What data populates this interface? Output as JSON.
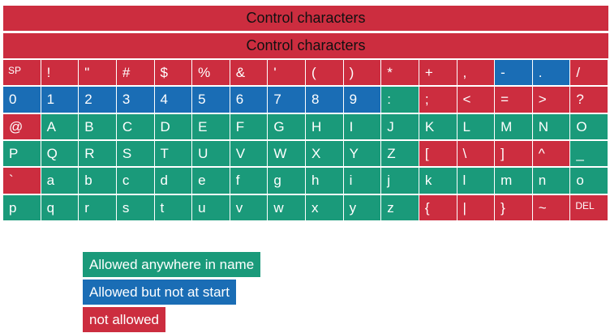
{
  "colors": {
    "anywhere": "#1a9a7a",
    "not_start": "#1a6db5",
    "not_allowed": "#cc2d3f",
    "separator": "#ffffff"
  },
  "banners": [
    "Control characters",
    "Control characters"
  ],
  "table": {
    "rows": [
      [
        {
          "t": "SP",
          "s": "not_allowed",
          "small": true
        },
        {
          "t": "!",
          "s": "not_allowed"
        },
        {
          "t": "\"",
          "s": "not_allowed"
        },
        {
          "t": "#",
          "s": "not_allowed"
        },
        {
          "t": "$",
          "s": "not_allowed"
        },
        {
          "t": "%",
          "s": "not_allowed"
        },
        {
          "t": "&",
          "s": "not_allowed"
        },
        {
          "t": "'",
          "s": "not_allowed"
        },
        {
          "t": "(",
          "s": "not_allowed"
        },
        {
          "t": ")",
          "s": "not_allowed"
        },
        {
          "t": "*",
          "s": "not_allowed"
        },
        {
          "t": "+",
          "s": "not_allowed"
        },
        {
          "t": ",",
          "s": "not_allowed"
        },
        {
          "t": "-",
          "s": "not_start"
        },
        {
          "t": ".",
          "s": "not_start"
        },
        {
          "t": "/",
          "s": "not_allowed"
        }
      ],
      [
        {
          "t": "0",
          "s": "not_start"
        },
        {
          "t": "1",
          "s": "not_start"
        },
        {
          "t": "2",
          "s": "not_start"
        },
        {
          "t": "3",
          "s": "not_start"
        },
        {
          "t": "4",
          "s": "not_start"
        },
        {
          "t": "5",
          "s": "not_start"
        },
        {
          "t": "6",
          "s": "not_start"
        },
        {
          "t": "7",
          "s": "not_start"
        },
        {
          "t": "8",
          "s": "not_start"
        },
        {
          "t": "9",
          "s": "not_start"
        },
        {
          "t": ":",
          "s": "anywhere"
        },
        {
          "t": ";",
          "s": "not_allowed"
        },
        {
          "t": "<",
          "s": "not_allowed"
        },
        {
          "t": "=",
          "s": "not_allowed"
        },
        {
          "t": ">",
          "s": "not_allowed"
        },
        {
          "t": "?",
          "s": "not_allowed"
        }
      ],
      [
        {
          "t": "@",
          "s": "not_allowed"
        },
        {
          "t": "A",
          "s": "anywhere"
        },
        {
          "t": "B",
          "s": "anywhere"
        },
        {
          "t": "C",
          "s": "anywhere"
        },
        {
          "t": "D",
          "s": "anywhere"
        },
        {
          "t": "E",
          "s": "anywhere"
        },
        {
          "t": "F",
          "s": "anywhere"
        },
        {
          "t": "G",
          "s": "anywhere"
        },
        {
          "t": "H",
          "s": "anywhere"
        },
        {
          "t": "I",
          "s": "anywhere"
        },
        {
          "t": "J",
          "s": "anywhere"
        },
        {
          "t": "K",
          "s": "anywhere"
        },
        {
          "t": "L",
          "s": "anywhere"
        },
        {
          "t": "M",
          "s": "anywhere"
        },
        {
          "t": "N",
          "s": "anywhere"
        },
        {
          "t": "O",
          "s": "anywhere"
        }
      ],
      [
        {
          "t": "P",
          "s": "anywhere"
        },
        {
          "t": "Q",
          "s": "anywhere"
        },
        {
          "t": "R",
          "s": "anywhere"
        },
        {
          "t": "S",
          "s": "anywhere"
        },
        {
          "t": "T",
          "s": "anywhere"
        },
        {
          "t": "U",
          "s": "anywhere"
        },
        {
          "t": "V",
          "s": "anywhere"
        },
        {
          "t": "W",
          "s": "anywhere"
        },
        {
          "t": "X",
          "s": "anywhere"
        },
        {
          "t": "Y",
          "s": "anywhere"
        },
        {
          "t": "Z",
          "s": "anywhere"
        },
        {
          "t": "[",
          "s": "not_allowed"
        },
        {
          "t": "\\",
          "s": "not_allowed"
        },
        {
          "t": "]",
          "s": "not_allowed"
        },
        {
          "t": "^",
          "s": "not_allowed"
        },
        {
          "t": "_",
          "s": "anywhere"
        }
      ],
      [
        {
          "t": "`",
          "s": "not_allowed"
        },
        {
          "t": "a",
          "s": "anywhere"
        },
        {
          "t": "b",
          "s": "anywhere"
        },
        {
          "t": "c",
          "s": "anywhere"
        },
        {
          "t": "d",
          "s": "anywhere"
        },
        {
          "t": "e",
          "s": "anywhere"
        },
        {
          "t": "f",
          "s": "anywhere"
        },
        {
          "t": "g",
          "s": "anywhere"
        },
        {
          "t": "h",
          "s": "anywhere"
        },
        {
          "t": "i",
          "s": "anywhere"
        },
        {
          "t": "j",
          "s": "anywhere"
        },
        {
          "t": "k",
          "s": "anywhere"
        },
        {
          "t": "l",
          "s": "anywhere"
        },
        {
          "t": "m",
          "s": "anywhere"
        },
        {
          "t": "n",
          "s": "anywhere"
        },
        {
          "t": "o",
          "s": "anywhere"
        }
      ],
      [
        {
          "t": "p",
          "s": "anywhere"
        },
        {
          "t": "q",
          "s": "anywhere"
        },
        {
          "t": "r",
          "s": "anywhere"
        },
        {
          "t": "s",
          "s": "anywhere"
        },
        {
          "t": "t",
          "s": "anywhere"
        },
        {
          "t": "u",
          "s": "anywhere"
        },
        {
          "t": "v",
          "s": "anywhere"
        },
        {
          "t": "w",
          "s": "anywhere"
        },
        {
          "t": "x",
          "s": "anywhere"
        },
        {
          "t": "y",
          "s": "anywhere"
        },
        {
          "t": "z",
          "s": "anywhere"
        },
        {
          "t": "{",
          "s": "not_allowed"
        },
        {
          "t": "|",
          "s": "not_allowed"
        },
        {
          "t": "}",
          "s": "not_allowed"
        },
        {
          "t": "~",
          "s": "not_allowed"
        },
        {
          "t": "DEL",
          "s": "not_allowed",
          "small": true
        }
      ]
    ]
  },
  "legend": {
    "anywhere": "Allowed anywhere in name",
    "not_start": "Allowed but not at start",
    "not_allowed": "not allowed"
  }
}
